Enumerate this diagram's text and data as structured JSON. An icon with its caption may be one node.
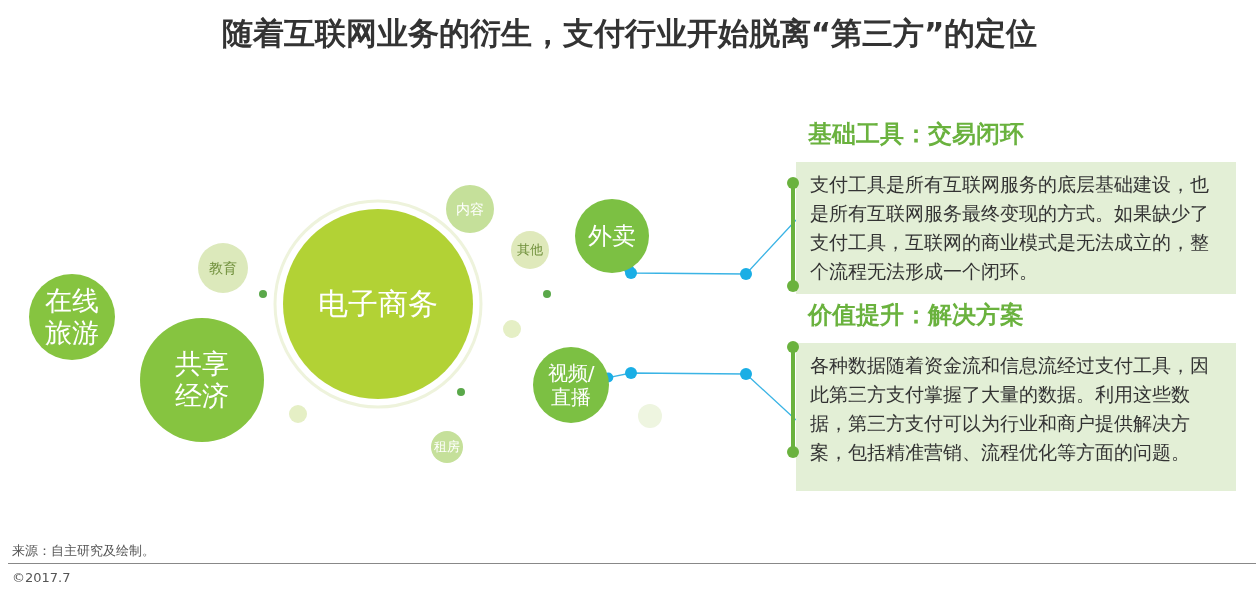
{
  "diagram": {
    "title": "随着互联网业务的衍生，支付行业开始脱离“第三方”的定位",
    "nodes": [
      {
        "text": [
          "在线旅游"
        ]
      },
      {
        "text": [
          "教育"
        ]
      },
      {
        "text": [
          "共享经济"
        ]
      },
      {
        "text": [
          "电子商务"
        ]
      },
      {
        "text": [
          "内容"
        ]
      },
      {
        "text": [
          "其他"
        ]
      },
      {
        "text": [
          "租房"
        ]
      },
      {
        "text": [
          "外卖"
        ]
      },
      {
        "text": [
          "视频/直播"
        ]
      },
      {
        "text": [
          "基础工具：交易闭环",
          "支付工具是所有互联网服务的底层基础建设，也是所有互联网服务最终变现的方式。如果缺少了支付工具，互联网的商业模式是无法成立的，整个流程无法形成一个闭环。"
        ]
      },
      {
        "text": [
          "价值提升：解决方案",
          "各种数据随着资金流和信息流经过支付工具，因此第三方支付掌握了大量的数据。利用这些数据，第三方支付可以为行业和商户提供解决方案，包括精准营销、流程优化等方面的问题。"
        ]
      }
    ],
    "edges": [
      {
        "from": 7,
        "to": 9,
        "arrow": "other"
      },
      {
        "from": 8,
        "to": 10,
        "arrow": "other"
      }
    ],
    "labels": [
      "来源：自主研究及绘制。",
      "©2017.7"
    ]
  }
}
